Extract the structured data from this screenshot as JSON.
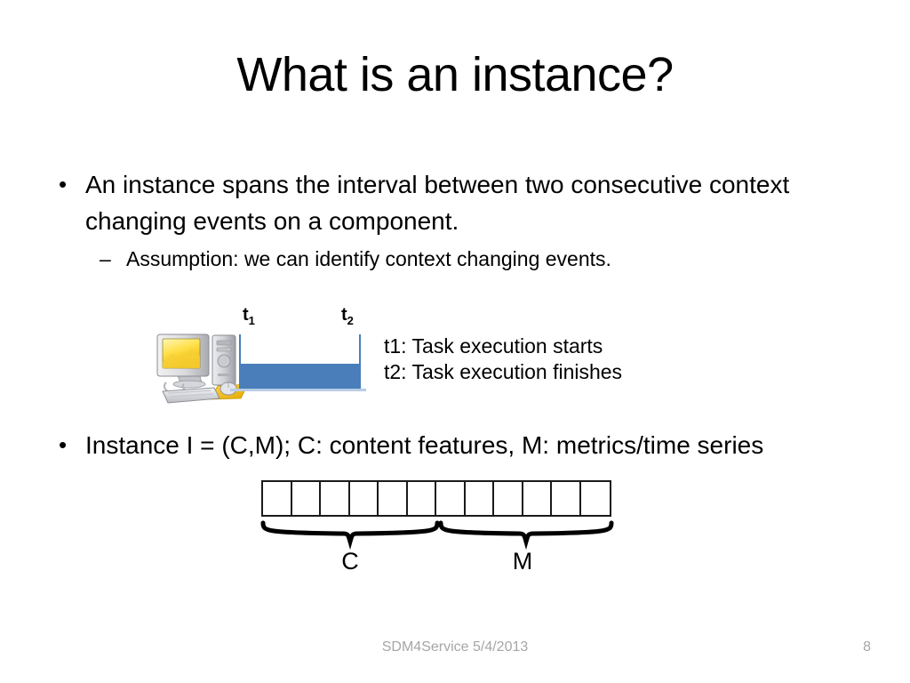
{
  "slide": {
    "title": "What is an instance?",
    "page_number": "8",
    "footer": "SDM4Service 5/4/2013"
  },
  "body": {
    "bullet1": {
      "marker": "•",
      "text": "An instance spans the interval between two consecutive context changing events on a component."
    },
    "sub_bullet1": {
      "marker": "–",
      "text": "Assumption: we can identify context changing events."
    },
    "bullet2": {
      "marker": "•",
      "text": "Instance I = (C,M); C: content features, M: metrics/time series"
    }
  },
  "timeline_figure": {
    "icon_name": "desktop-computer-icon",
    "t1_label": "t",
    "t1_sub": "1",
    "t2_label": "t",
    "t2_sub": "2",
    "legend_line1": "t1: Task execution starts",
    "legend_line2": "t2: Task execution finishes",
    "bar_color": "#4a7ebb",
    "baseline_color": "#b8cce4"
  },
  "vector_figure": {
    "cell_count": 12,
    "group_c_label": "C",
    "group_m_label": "M",
    "group_c_cells": 6,
    "group_m_cells": 6,
    "border_color": "#1a1a1a"
  }
}
